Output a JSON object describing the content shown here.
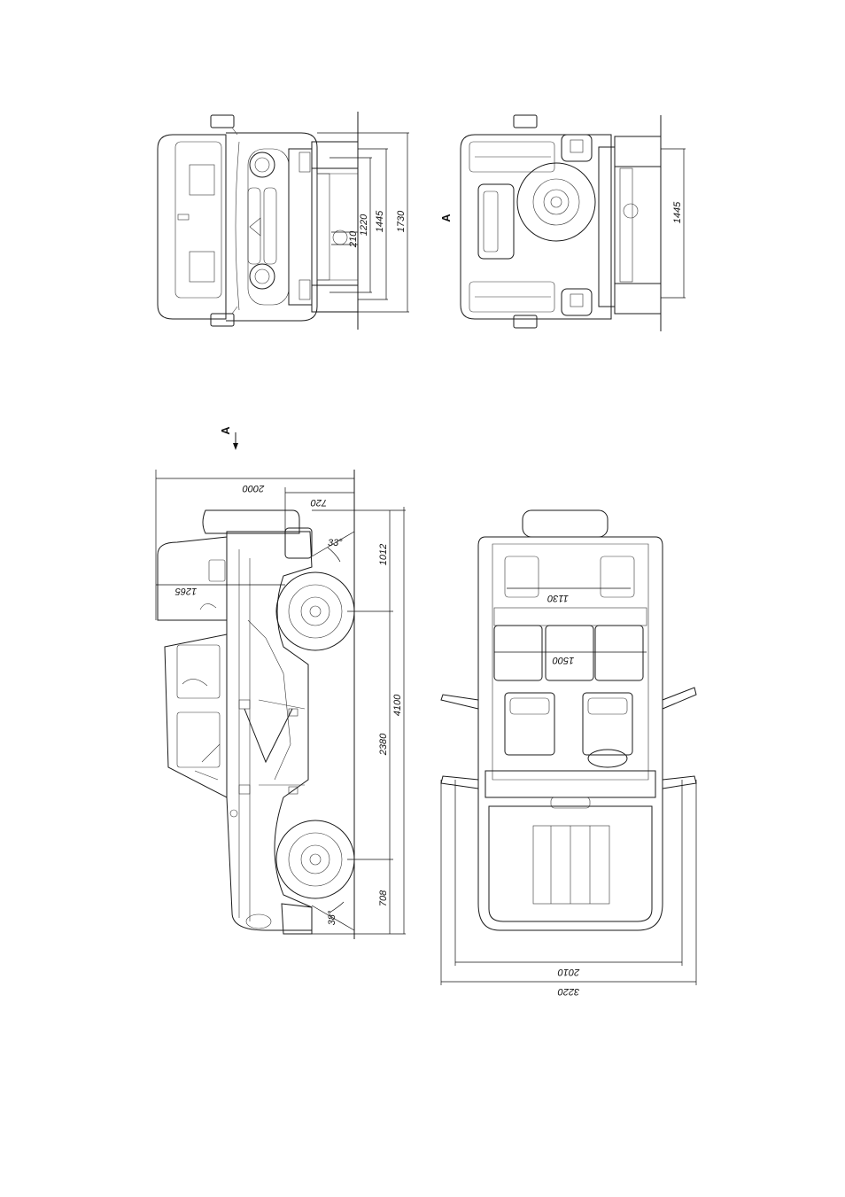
{
  "view_label": "A",
  "front_view": {
    "dims": {
      "track_inner": "1220",
      "track": "1445",
      "width": "1730",
      "clearance": "210"
    }
  },
  "rear_view": {
    "dims": {
      "track": "1445"
    }
  },
  "side_view": {
    "dims": {
      "height": "2000",
      "overhang_top": "720",
      "rear_seat": "1265",
      "front_overhang": "1012",
      "wheelbase": "2380",
      "length": "4100",
      "rear_overhang": "708",
      "approach_angle": "33°",
      "departure_angle": "38°"
    }
  },
  "top_view": {
    "dims": {
      "rear_seat_width": "1130",
      "seat_row_width": "1500",
      "width_body": "2010",
      "width_mirrors": "3220"
    }
  }
}
